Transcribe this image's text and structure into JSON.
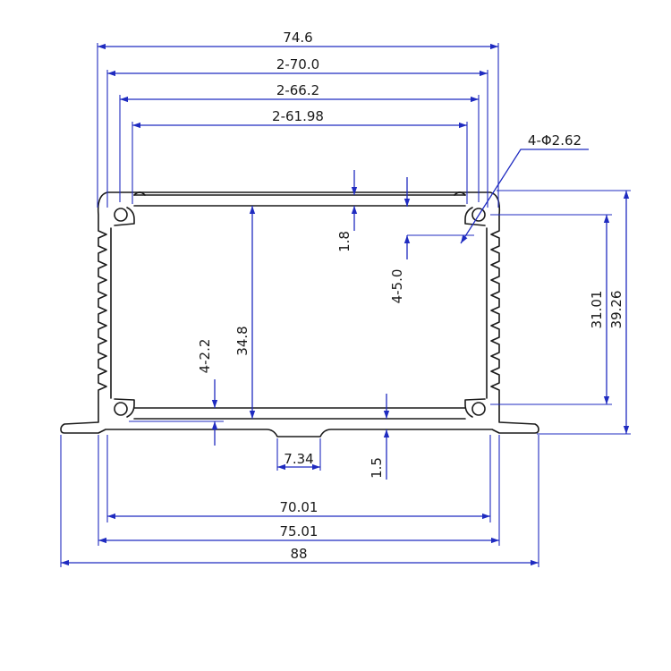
{
  "dimensions": {
    "width_top": "74.6",
    "pitch_70": "2-70.0",
    "pitch_66": "2-66.2",
    "pitch_61": "2-61.98",
    "holes": "4-Φ2.62",
    "thickness_top": "1.8",
    "slot_depth": "4-5.0",
    "inner_height_right": "31.01",
    "outer_height_right": "39.26",
    "inner_height": "34.8",
    "slot_width": "4-2.2",
    "foot_gap": "7.34",
    "thickness_bottom": "1.5",
    "width_inner_bottom": "70.01",
    "width_outer_bottom": "75.01",
    "width_flange": "88"
  },
  "colors": {
    "dimension": "#1f2bc0",
    "outline": "#1a1a1a"
  }
}
